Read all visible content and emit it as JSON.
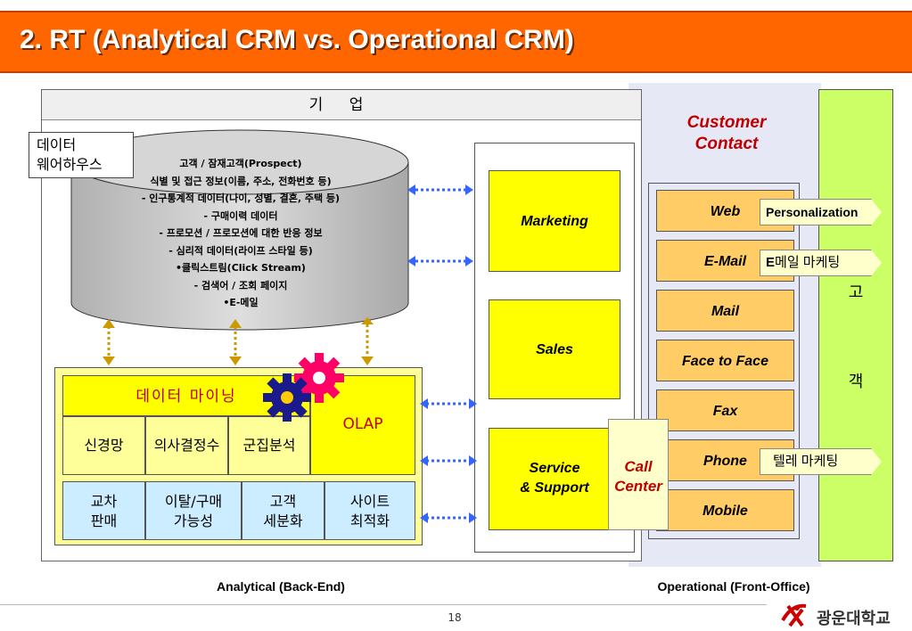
{
  "title": "2. RT (Analytical CRM vs. Operational CRM)",
  "enterprise": {
    "header": "기 업"
  },
  "data_warehouse": {
    "label_line1": "데이터",
    "label_line2": "웨어하우스",
    "lines": [
      "고객 / 잠재고객(Prospect)",
      "식별 및 접근 정보(이름, 주소, 전화번호 등)",
      "- 인구통계적 데이터(나이, 성별, 결혼, 주택 등)",
      "- 구매이력 데이터",
      "- 프로모션 / 프로모션에 대한 반응 정보",
      "- 심리적 데이터(라이프 스타일 등)",
      "•클릭스트림(Click Stream)",
      "- 검색어 / 조회 페이지",
      "•E-메일"
    ]
  },
  "data_mining": {
    "title": "데이터 마이닝",
    "olap": "OLAP",
    "methods": [
      "신경망",
      "의사결정수",
      "군집분석"
    ],
    "applications": [
      {
        "line1": "교차",
        "line2": "판매"
      },
      {
        "line1": "이탈/구매",
        "line2": "가능성"
      },
      {
        "line1": "고객",
        "line2": "세분화"
      },
      {
        "line1": "사이트",
        "line2": "최적화"
      }
    ]
  },
  "functions": {
    "marketing": "Marketing",
    "sales": "Sales",
    "service_line1": "Service",
    "service_line2": "& Support"
  },
  "call_center": {
    "line1": "Call",
    "line2": "Center"
  },
  "customer_contact": {
    "title_line1": "Customer",
    "title_line2": "Contact",
    "channels": [
      "Web",
      "E-Mail",
      "Mail",
      "Face to Face",
      "Fax",
      "Phone",
      "Mobile"
    ],
    "callouts": {
      "personalization": "Personalization",
      "email_marketing_prefix": "E",
      "email_marketing_rest": "메일 마케팅",
      "tele_marketing": "텔레 마케팅"
    }
  },
  "customer": {
    "char1": "고",
    "char2": "객"
  },
  "labels": {
    "analytical": "Analytical (Back-End)",
    "operational": "Operational (Front-Office)"
  },
  "footer": {
    "page_number": "18",
    "logo_text": "광운대학교"
  },
  "colors": {
    "title_bar": "#ff6600",
    "accent_red": "#c00000",
    "function_yellow": "#ffff00",
    "channel_orange": "#ffcc66",
    "customer_green": "#ccff66",
    "arrow_blue": "#3366ff",
    "arrow_gold": "#cc9900"
  }
}
